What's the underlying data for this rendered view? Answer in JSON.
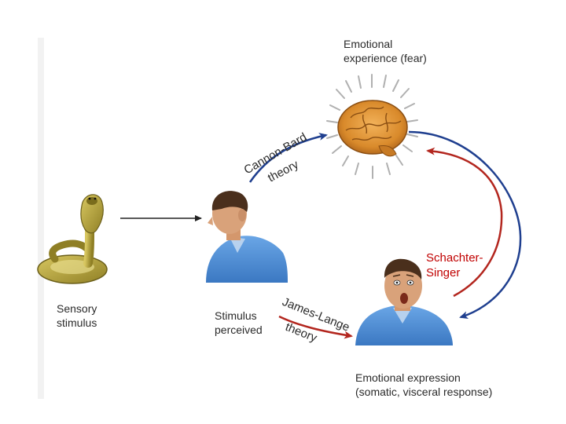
{
  "labels": {
    "emotional_experience_line1": "Emotional",
    "emotional_experience_line2": "experience (fear)",
    "sensory_stimulus_line1": "Sensory",
    "sensory_stimulus_line2": "stimulus",
    "stimulus_perceived_line1": "Stimulus",
    "stimulus_perceived_line2": "perceived",
    "emotional_expression_line1": "Emotional expression",
    "emotional_expression_line2": "(somatic, visceral response)",
    "cannon_bard_line1": "Cannon-Bard",
    "cannon_bard_line2": "theory",
    "james_lange_line1": "James-Lange",
    "james_lange_line2": "theory",
    "schachter_singer_line1": "Schachter-",
    "schachter_singer_line2": "Singer"
  },
  "icons": [
    "cobra-icon",
    "man-profile-icon",
    "brain-icon",
    "frightened-man-icon"
  ],
  "colors": {
    "arrow_blue": "#1f3f8f",
    "arrow_red": "#b3261e",
    "arrow_black": "#222222",
    "schachter_label": "#c00000",
    "brain": "#d98a2b",
    "shirt": "#4f8fd6",
    "skin": "#d9a27a",
    "snake": "#b8a640"
  }
}
